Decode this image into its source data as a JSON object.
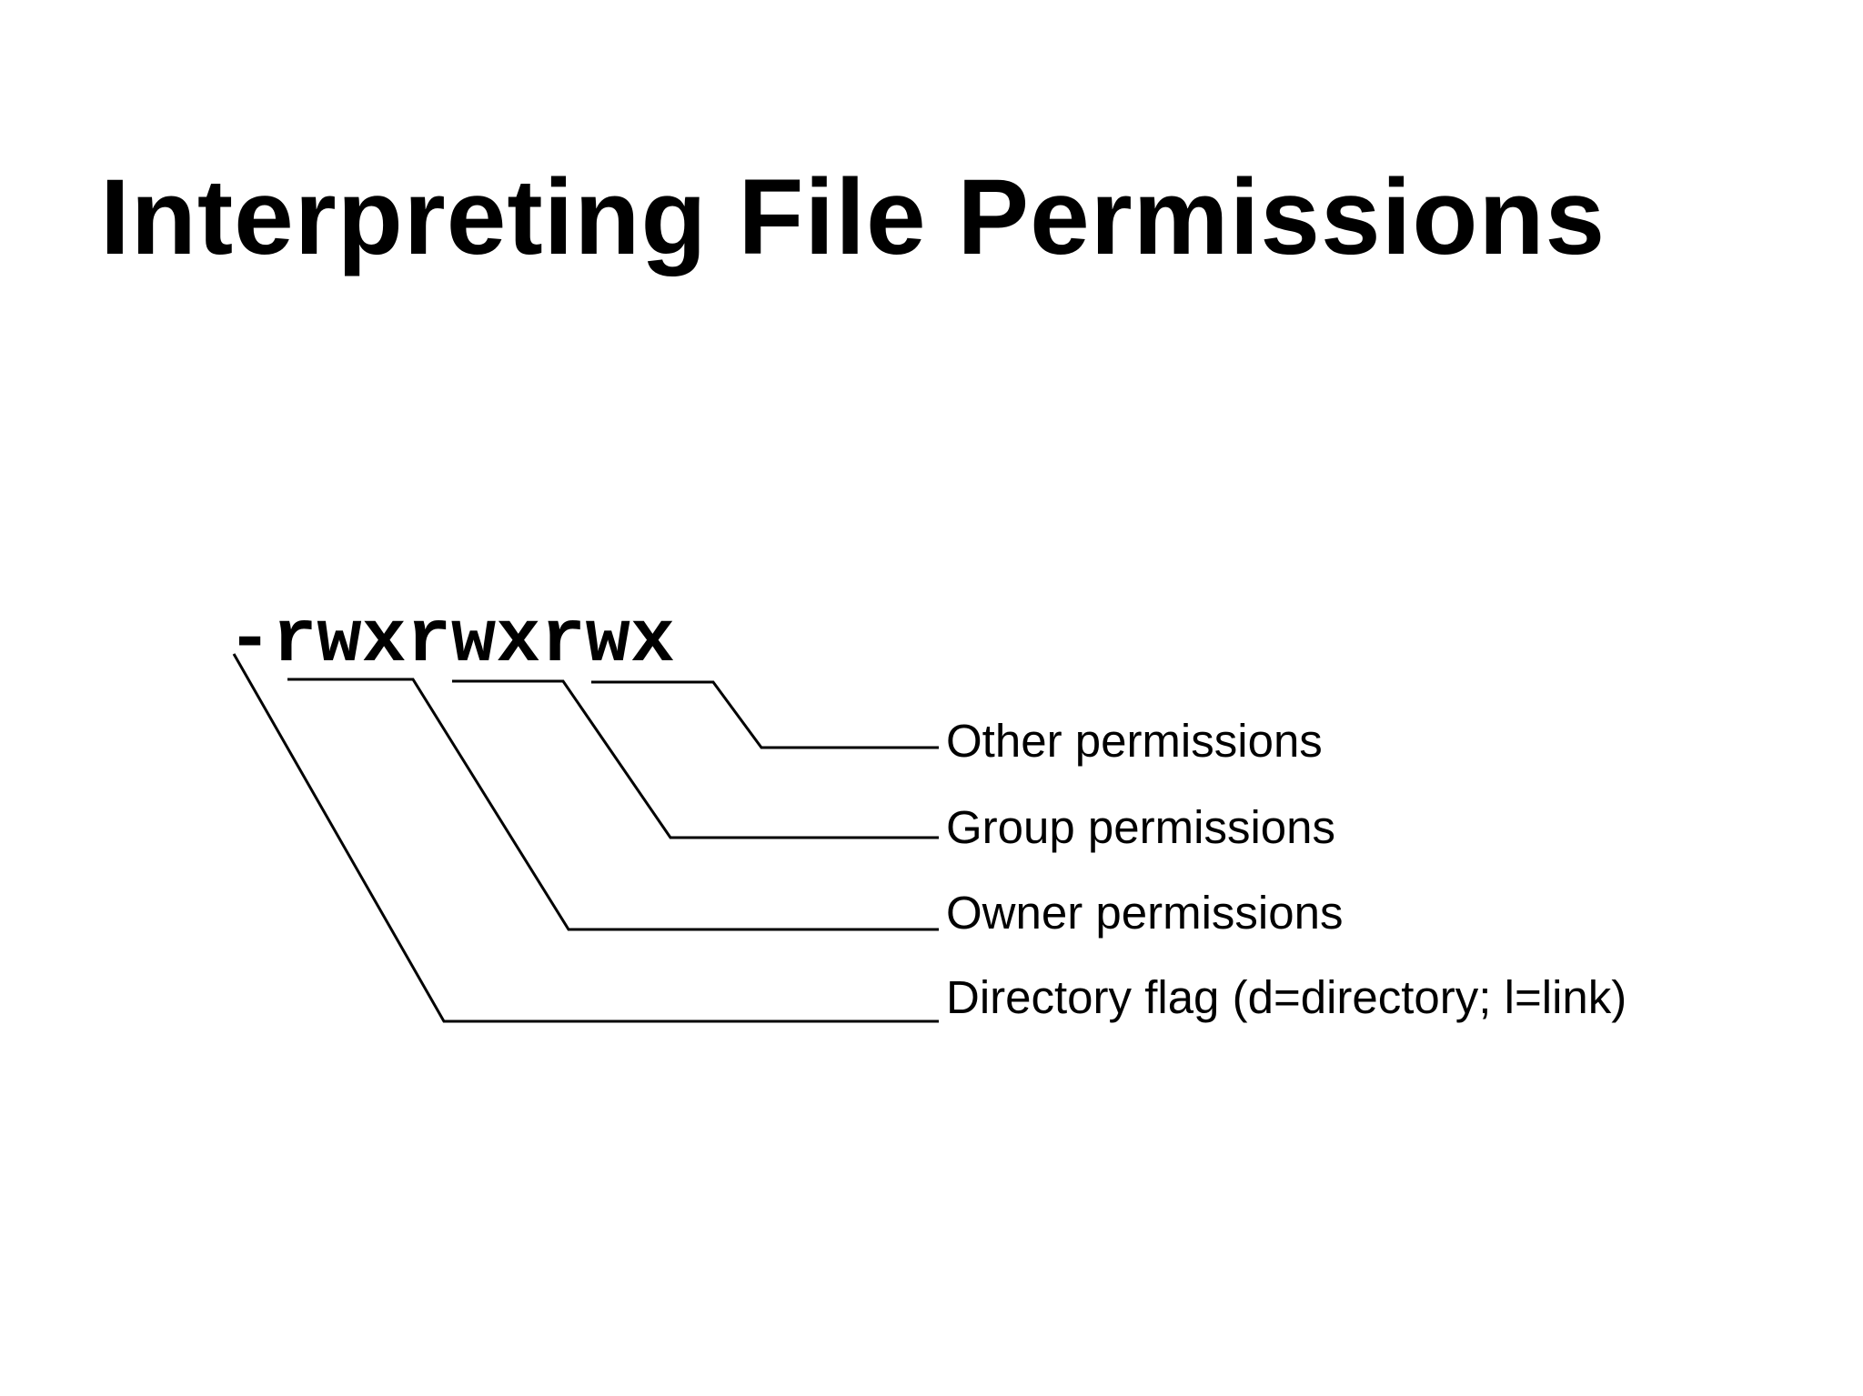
{
  "slide": {
    "title": "Interpreting File Permissions",
    "permission_string": "-rwxrwxrwx",
    "callouts": [
      {
        "id": "other",
        "label": "Other permissions"
      },
      {
        "id": "group",
        "label": "Group permissions"
      },
      {
        "id": "owner",
        "label": "Owner permissions"
      },
      {
        "id": "directory-flag",
        "label": "Directory flag (d=directory; l=link)"
      }
    ],
    "colors": {
      "background": "#ffffff",
      "text": "#000000",
      "line": "#000000"
    }
  }
}
